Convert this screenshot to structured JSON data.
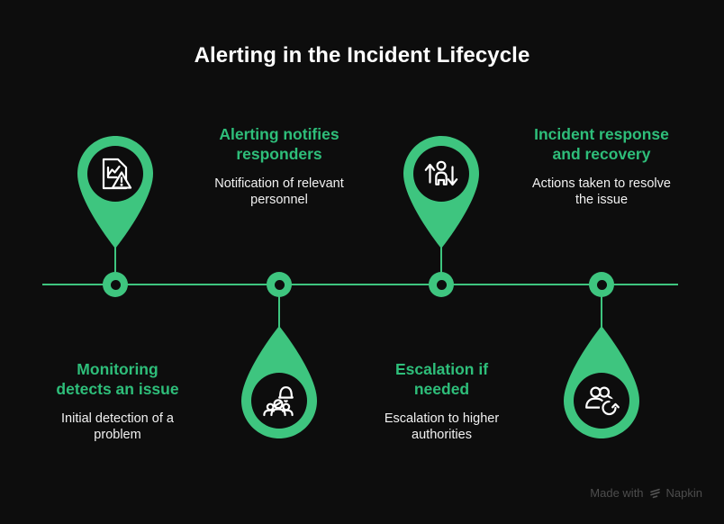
{
  "title": "Alerting in the Incident Lifecycle",
  "colors": {
    "background": "#0d0d0d",
    "accent_green": "#3ec57f",
    "heading_green": "#2ebe7a",
    "body_text": "#f1f1f1",
    "watermark_gray": "#4d4d4d"
  },
  "steps": [
    {
      "heading": "Monitoring\ndetects an issue",
      "description": "Initial detection of a\nproblem",
      "icon": "document-chart-alert-icon",
      "pin_position": "above-timeline",
      "text_position": "below-timeline"
    },
    {
      "heading": "Alerting notifies\nresponders",
      "description": "Notification of relevant\npersonnel",
      "icon": "team-bell-icon",
      "pin_position": "below-timeline",
      "text_position": "above-timeline"
    },
    {
      "heading": "Escalation if\nneeded",
      "description": "Escalation to higher\nauthorities",
      "icon": "person-up-down-arrows-icon",
      "pin_position": "above-timeline",
      "text_position": "below-timeline"
    },
    {
      "heading": "Incident response\nand recovery",
      "description": "Actions taken to resolve\nthe issue",
      "icon": "people-refresh-icon",
      "pin_position": "below-timeline",
      "text_position": "above-timeline"
    }
  ],
  "watermark": {
    "text": "Made with",
    "brand": "Napkin"
  }
}
